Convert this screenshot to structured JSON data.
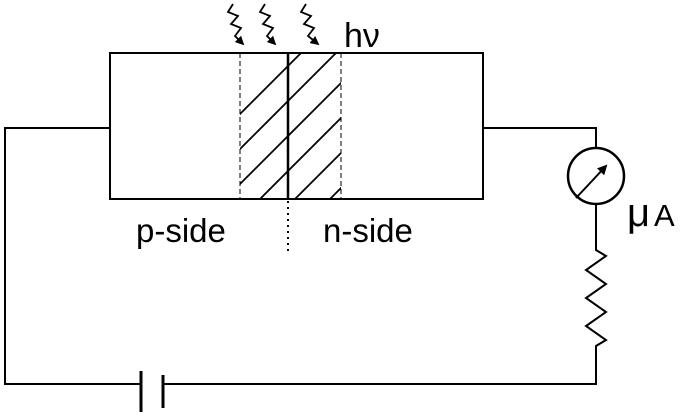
{
  "labels": {
    "photon": "hν",
    "p_side": "p-side",
    "n_side": "n-side",
    "ammeter_mu": "μ",
    "ammeter_unit": "A"
  },
  "colors": {
    "stroke": "#000000",
    "background": "#ffffff"
  }
}
